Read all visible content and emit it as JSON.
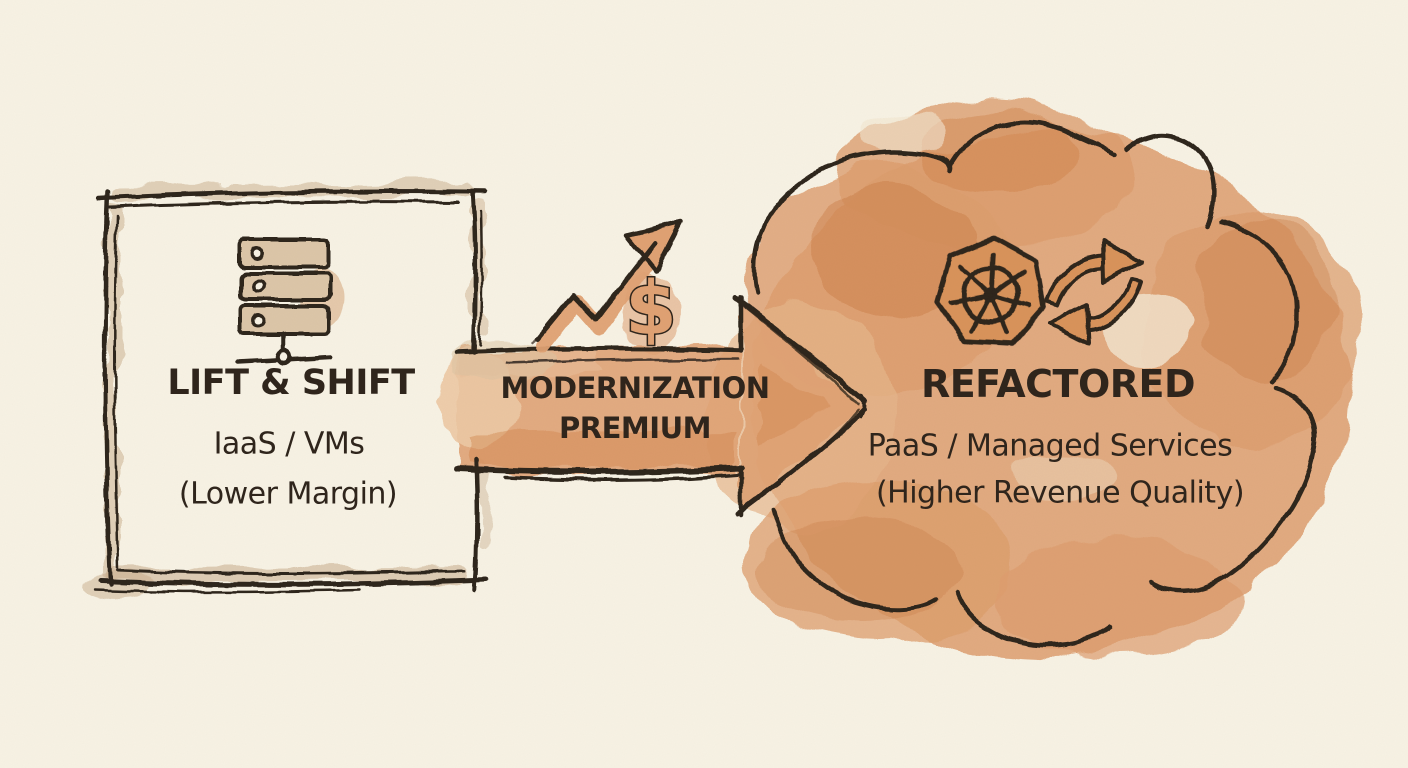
{
  "colors": {
    "background": "#f7f2e4",
    "ink": "#2f251c",
    "orange_wash": "#dfa173",
    "orange_deep": "#d08349",
    "orange_icon": "#d8935a",
    "tan_wash": "#c9ad8c"
  },
  "left_box": {
    "icon": "server-stack-icon",
    "title": "LIFT & SHIFT",
    "subtitle": "IaaS / VMs",
    "note": "(Lower Margin)"
  },
  "arrow": {
    "icons": [
      "growth-chart-icon",
      "dollar-sign-icon"
    ],
    "line1": "MODERNIZATION",
    "line2": "PREMIUM",
    "dollar_glyph": "$"
  },
  "cloud": {
    "icons": [
      "kubernetes-icon",
      "refresh-cycle-icon"
    ],
    "title": "REFACTORED",
    "subtitle": "PaaS / Managed Services",
    "note": "(Higher Revenue Quality)"
  }
}
